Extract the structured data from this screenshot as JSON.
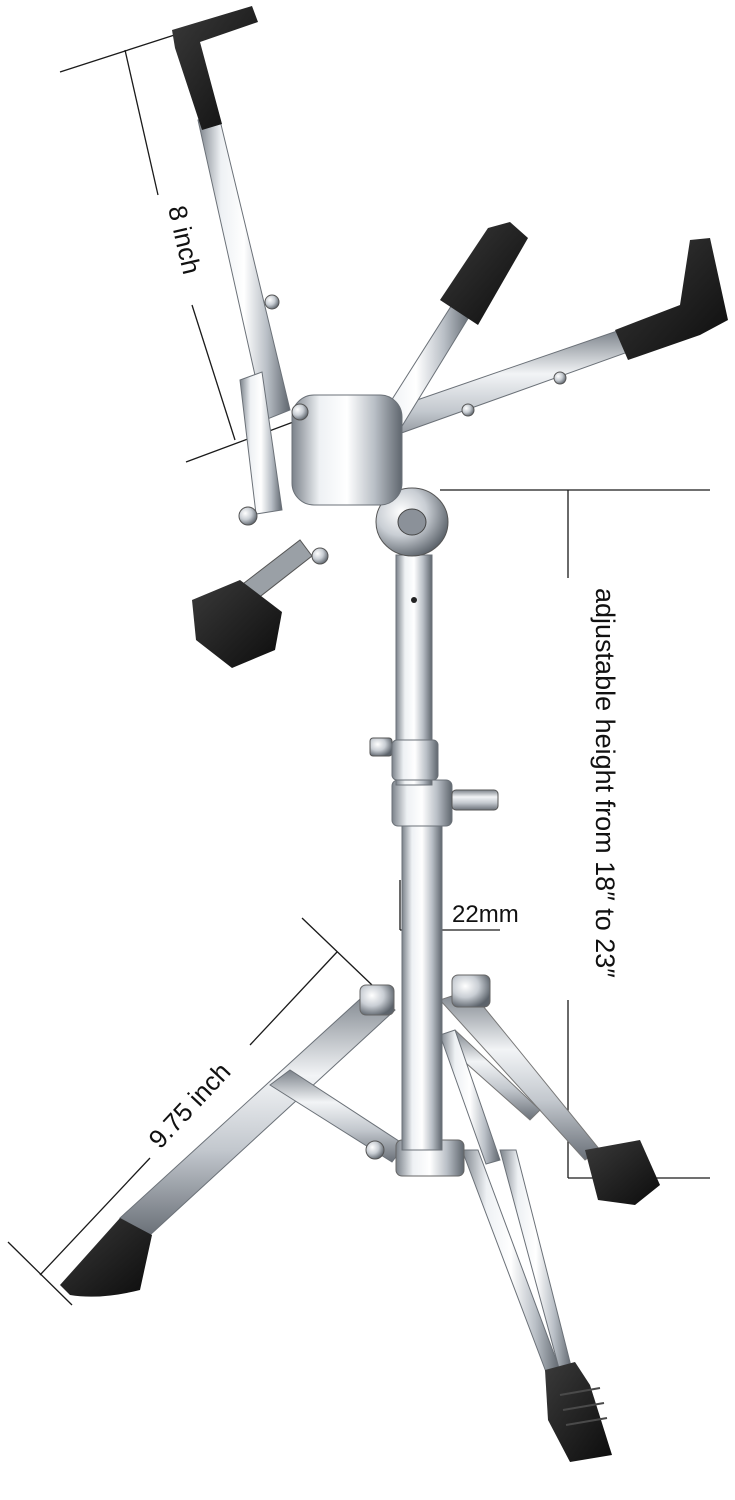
{
  "annotations": {
    "arm_length": "8 inch",
    "height_range": "adjustable height from 18″  to 23″",
    "tube_diameter": "22mm",
    "leg_length": "9.75 inch"
  },
  "colors": {
    "chrome_light": "#f4f6f8",
    "chrome_mid": "#c9ced4",
    "chrome_dark": "#6e757d",
    "rubber": "#1b1b1b",
    "dimension_line": "#1a1a1a"
  }
}
